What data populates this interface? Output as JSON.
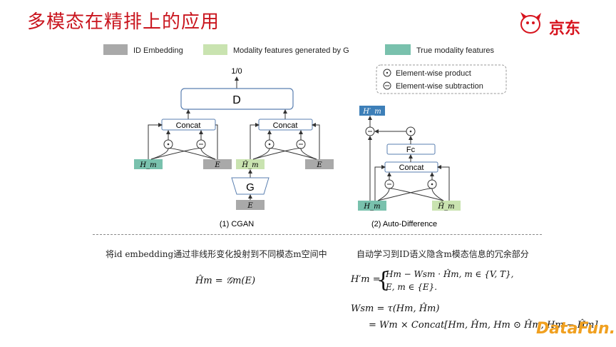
{
  "title": "多模态在精排上的应用",
  "brand": {
    "logo_text": "京东",
    "footer_logo": "DataFun."
  },
  "legend": {
    "id_embedding": "ID Embedding",
    "modality_generated": "Modality features generated by G",
    "true_modality": "True modality features",
    "elementwise_product": "Element-wise product",
    "elementwise_subtraction": "Element-wise subtraction"
  },
  "colors": {
    "id_gray": "#a9a9a9",
    "generated_green": "#c9e3b0",
    "true_teal": "#79c1ad",
    "output_blue": "#3d7fb8",
    "box_border": "#5a7fb0",
    "title_red": "#c9151e"
  },
  "cgan": {
    "output": "1/0",
    "discriminator": "D",
    "concat": "Concat",
    "hm": "H_m",
    "hm_hat": "Ĥ_m",
    "e": "E",
    "generator": "G",
    "caption": "(1)  CGAN"
  },
  "autodiff": {
    "output": "H′_m",
    "fc": "Fc",
    "concat": "Concat",
    "hm": "H_m",
    "hm_hat": "Ĥ_m",
    "caption": "(2)  Auto-Difference"
  },
  "captions": {
    "left_zh": "将id embedding通过非线形变化投射到不同模态m空间中",
    "right_zh": "自动学习到ID语义隐含m模态信息的冗余部分"
  },
  "equations": {
    "eq1": "Ĥm = 𝒢m(E)",
    "eq2_lhs": "H′m =",
    "eq2_case1": "Hm − Wsm · Ĥm, m ∈ {V, T},",
    "eq2_case2": "E, m ∈ {E}.",
    "eq3": "Wsm = τ(Hm, Ĥm)",
    "eq4": "= Wm × Concat[Hm, Ĥm, Hm ⊙ Ĥm, Hm − Ĥm]"
  }
}
